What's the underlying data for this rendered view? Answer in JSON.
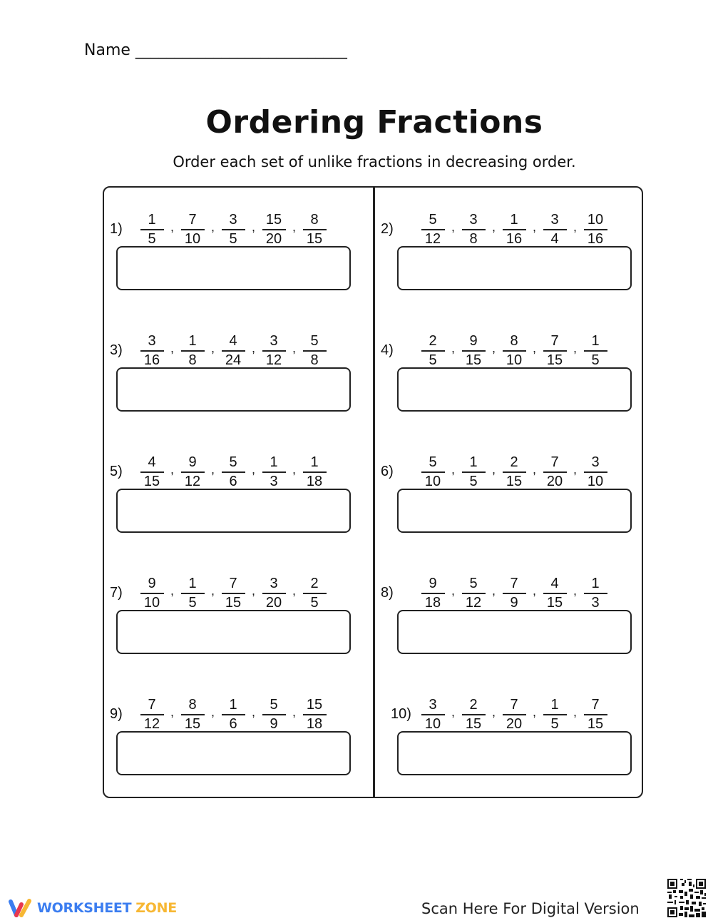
{
  "header": {
    "name_label": "Name ___________________________",
    "title": "Ordering Fractions",
    "instructions": "Order each set of unlike fractions in decreasing order."
  },
  "problems": [
    {
      "label": "1)",
      "fractions": [
        {
          "n": "1",
          "d": "5"
        },
        {
          "n": "7",
          "d": "10"
        },
        {
          "n": "3",
          "d": "5"
        },
        {
          "n": "15",
          "d": "20"
        },
        {
          "n": "8",
          "d": "15"
        }
      ],
      "answer": ""
    },
    {
      "label": "2)",
      "fractions": [
        {
          "n": "5",
          "d": "12"
        },
        {
          "n": "3",
          "d": "8"
        },
        {
          "n": "1",
          "d": "16"
        },
        {
          "n": "3",
          "d": "4"
        },
        {
          "n": "10",
          "d": "16"
        }
      ],
      "answer": ""
    },
    {
      "label": "3)",
      "fractions": [
        {
          "n": "3",
          "d": "16"
        },
        {
          "n": "1",
          "d": "8"
        },
        {
          "n": "4",
          "d": "24"
        },
        {
          "n": "3",
          "d": "12"
        },
        {
          "n": "5",
          "d": "8"
        }
      ],
      "answer": ""
    },
    {
      "label": "4)",
      "fractions": [
        {
          "n": "2",
          "d": "5"
        },
        {
          "n": "9",
          "d": "15"
        },
        {
          "n": "8",
          "d": "10"
        },
        {
          "n": "7",
          "d": "15"
        },
        {
          "n": "1",
          "d": "5"
        }
      ],
      "answer": ""
    },
    {
      "label": "5)",
      "fractions": [
        {
          "n": "4",
          "d": "15"
        },
        {
          "n": "9",
          "d": "12"
        },
        {
          "n": "5",
          "d": "6"
        },
        {
          "n": "1",
          "d": "3"
        },
        {
          "n": "1",
          "d": "18"
        }
      ],
      "answer": ""
    },
    {
      "label": "6)",
      "fractions": [
        {
          "n": "5",
          "d": "10"
        },
        {
          "n": "1",
          "d": "5"
        },
        {
          "n": "2",
          "d": "15"
        },
        {
          "n": "7",
          "d": "20"
        },
        {
          "n": "3",
          "d": "10"
        }
      ],
      "answer": ""
    },
    {
      "label": "7)",
      "fractions": [
        {
          "n": "9",
          "d": "10"
        },
        {
          "n": "1",
          "d": "5"
        },
        {
          "n": "7",
          "d": "15"
        },
        {
          "n": "3",
          "d": "20"
        },
        {
          "n": "2",
          "d": "5"
        }
      ],
      "answer": ""
    },
    {
      "label": "8)",
      "fractions": [
        {
          "n": "9",
          "d": "18"
        },
        {
          "n": "5",
          "d": "12"
        },
        {
          "n": "7",
          "d": "9"
        },
        {
          "n": "4",
          "d": "15"
        },
        {
          "n": "1",
          "d": "3"
        }
      ],
      "answer": ""
    },
    {
      "label": "9)",
      "fractions": [
        {
          "n": "7",
          "d": "12"
        },
        {
          "n": "8",
          "d": "15"
        },
        {
          "n": "1",
          "d": "6"
        },
        {
          "n": "5",
          "d": "9"
        },
        {
          "n": "15",
          "d": "18"
        }
      ],
      "answer": ""
    },
    {
      "label": "10)",
      "fractions": [
        {
          "n": "3",
          "d": "10"
        },
        {
          "n": "2",
          "d": "15"
        },
        {
          "n": "7",
          "d": "20"
        },
        {
          "n": "1",
          "d": "5"
        },
        {
          "n": "7",
          "d": "15"
        }
      ],
      "answer": ""
    }
  ],
  "separator": ",",
  "footer": {
    "brand_part1": "WORKSHEET",
    "brand_part2": "ZONE",
    "scan_text": "Scan Here For Digital Version",
    "qr_icon": "qr-code-icon"
  },
  "colors": {
    "brand_blue": "#3b7df0",
    "brand_yellow": "#f7b733",
    "brand_red": "#e8384f",
    "ink": "#111111"
  }
}
